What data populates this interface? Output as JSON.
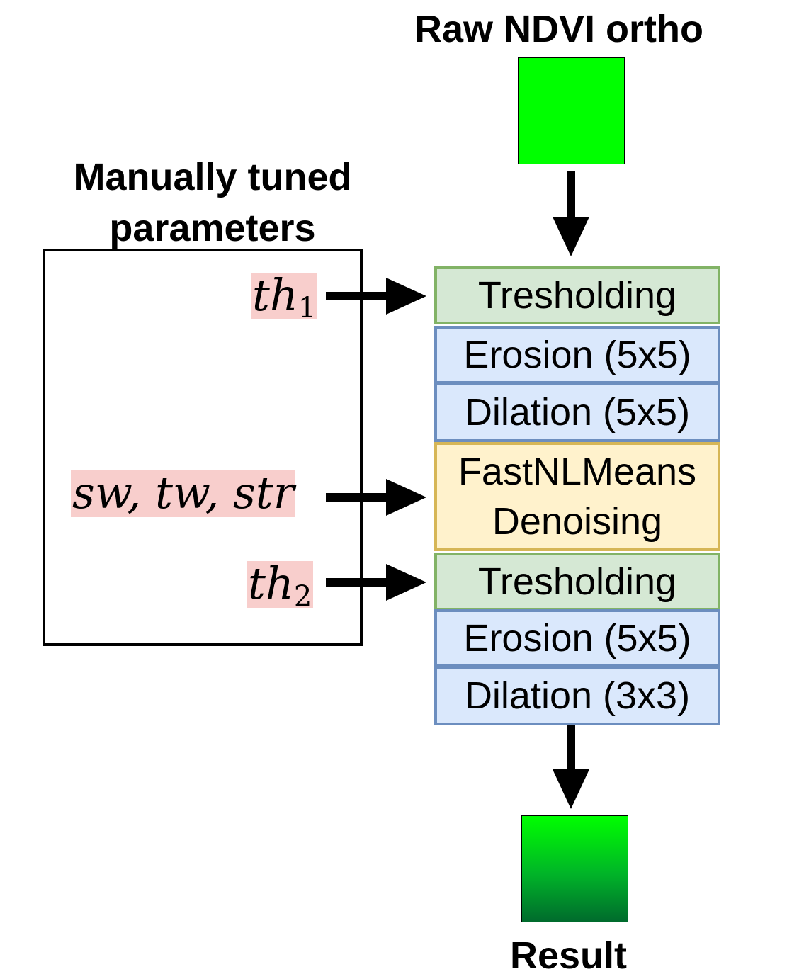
{
  "titles": {
    "raw": "Raw NDVI ortho",
    "params": "Manually tuned parameters",
    "result": "Result"
  },
  "parameters": {
    "th1": {
      "base": "th",
      "sub": "1"
    },
    "sw_tw_str": "sw, tw, str",
    "th2": {
      "base": "th",
      "sub": "2"
    }
  },
  "pipeline": [
    {
      "label": "Tresholding",
      "kind": "threshold"
    },
    {
      "label": "Erosion (5x5)",
      "kind": "morphology"
    },
    {
      "label": "Dilation (5x5)",
      "kind": "morphology"
    },
    {
      "label": "FastNLMeans Denoising",
      "kind": "denoise"
    },
    {
      "label": "Tresholding",
      "kind": "threshold"
    },
    {
      "label": "Erosion (5x5)",
      "kind": "morphology"
    },
    {
      "label": "Dilation (3x3)",
      "kind": "morphology"
    }
  ],
  "colors": {
    "threshold_fill": "#d5e8d4",
    "threshold_border": "#82b366",
    "morphology_fill": "#dae8fc",
    "morphology_border": "#6c8ebf",
    "denoise_fill": "#fff2cc",
    "denoise_border": "#d6b656",
    "param_highlight": "#f8cecc",
    "raw_image": "#00ff00",
    "result_image_top": "#00ff00",
    "result_image_bottom": "#006b2d"
  }
}
